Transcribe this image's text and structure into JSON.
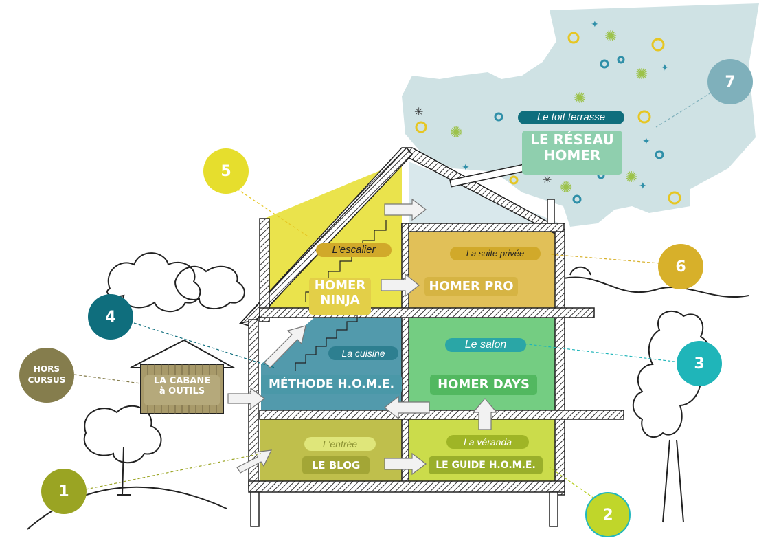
{
  "badges": {
    "b1": "1",
    "b2": "2",
    "b3": "3",
    "b4": "4",
    "b5": "5",
    "b6": "6",
    "b7": "7",
    "hors_line1": "HORS",
    "hors_line2": "CURSUS"
  },
  "rooms": {
    "blog": {
      "sub": "L'entrée",
      "title": "LE BLOG"
    },
    "guide": {
      "sub": "La véranda",
      "title": "LE GUIDE H.O.M.E."
    },
    "days": {
      "sub": "Le salon",
      "title": "HOMER DAYS"
    },
    "methode": {
      "sub": "La cuisine",
      "title": "MÉTHODE H.O.M.E."
    },
    "ninja": {
      "sub": "L'escalier",
      "title_line1": "HOMER",
      "title_line2": "NINJA"
    },
    "pro": {
      "sub": "La suite privée",
      "title": "HOMER PRO"
    },
    "reseau": {
      "sub": "Le toit terrasse",
      "title_line1": "LE RÉSEAU",
      "title_line2": "HOMER"
    },
    "cabane": {
      "title_line1": "LA CABANE",
      "title_line2": "à OUTILS"
    }
  },
  "colors": {
    "olive": "#9aa423",
    "lime": "#b8cf24",
    "teal": "#1fb5b9",
    "petrol": "#0f6e7d",
    "yellow": "#e6de2d",
    "gold": "#d7b02a",
    "slate": "#7fb0bb",
    "khaki": "#857d4d",
    "green_room": "#5cc46c",
    "kitchen": "#3b93a6",
    "sky": "#cfe2e4"
  }
}
